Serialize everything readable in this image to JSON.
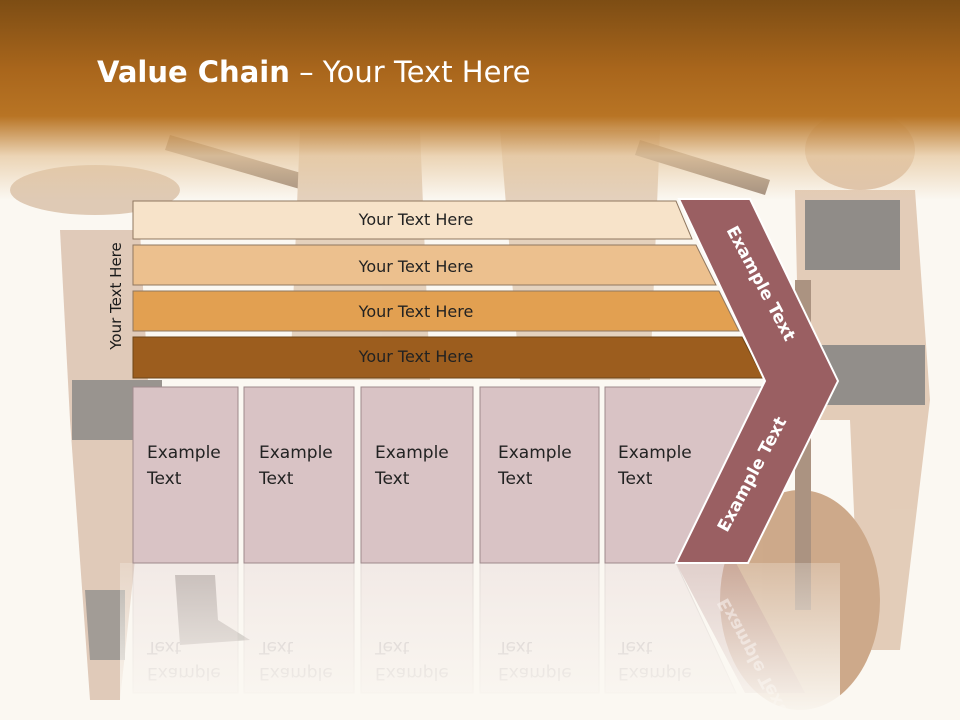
{
  "slide": {
    "title_bold": "Value Chain",
    "title_rest": " – Your Text Here",
    "side_label": "Your Text Here"
  },
  "bands": [
    {
      "label": "Your Text Here",
      "color": "#f7e3c9"
    },
    {
      "label": "Your Text Here",
      "color": "#ecc08e"
    },
    {
      "label": "Your Text Here",
      "color": "#e2a051"
    },
    {
      "label": "Your Text Here",
      "color": "#9c5d1e"
    }
  ],
  "boxes": [
    {
      "line1": "Example",
      "line2": "Text"
    },
    {
      "line1": "Example",
      "line2": "Text"
    },
    {
      "line1": "Example",
      "line2": "Text"
    },
    {
      "line1": "Example",
      "line2": "Text"
    },
    {
      "line1": "Example",
      "line2": "Text"
    }
  ],
  "arrow": {
    "top_label": "Example Text",
    "bottom_label": "Example Text",
    "color": "#9a5f62"
  },
  "colors": {
    "header_dark": "#7d4d14",
    "header_mid": "#b87424",
    "box_fill": "#d9c3c5",
    "box_stroke": "#9e8a8c"
  }
}
